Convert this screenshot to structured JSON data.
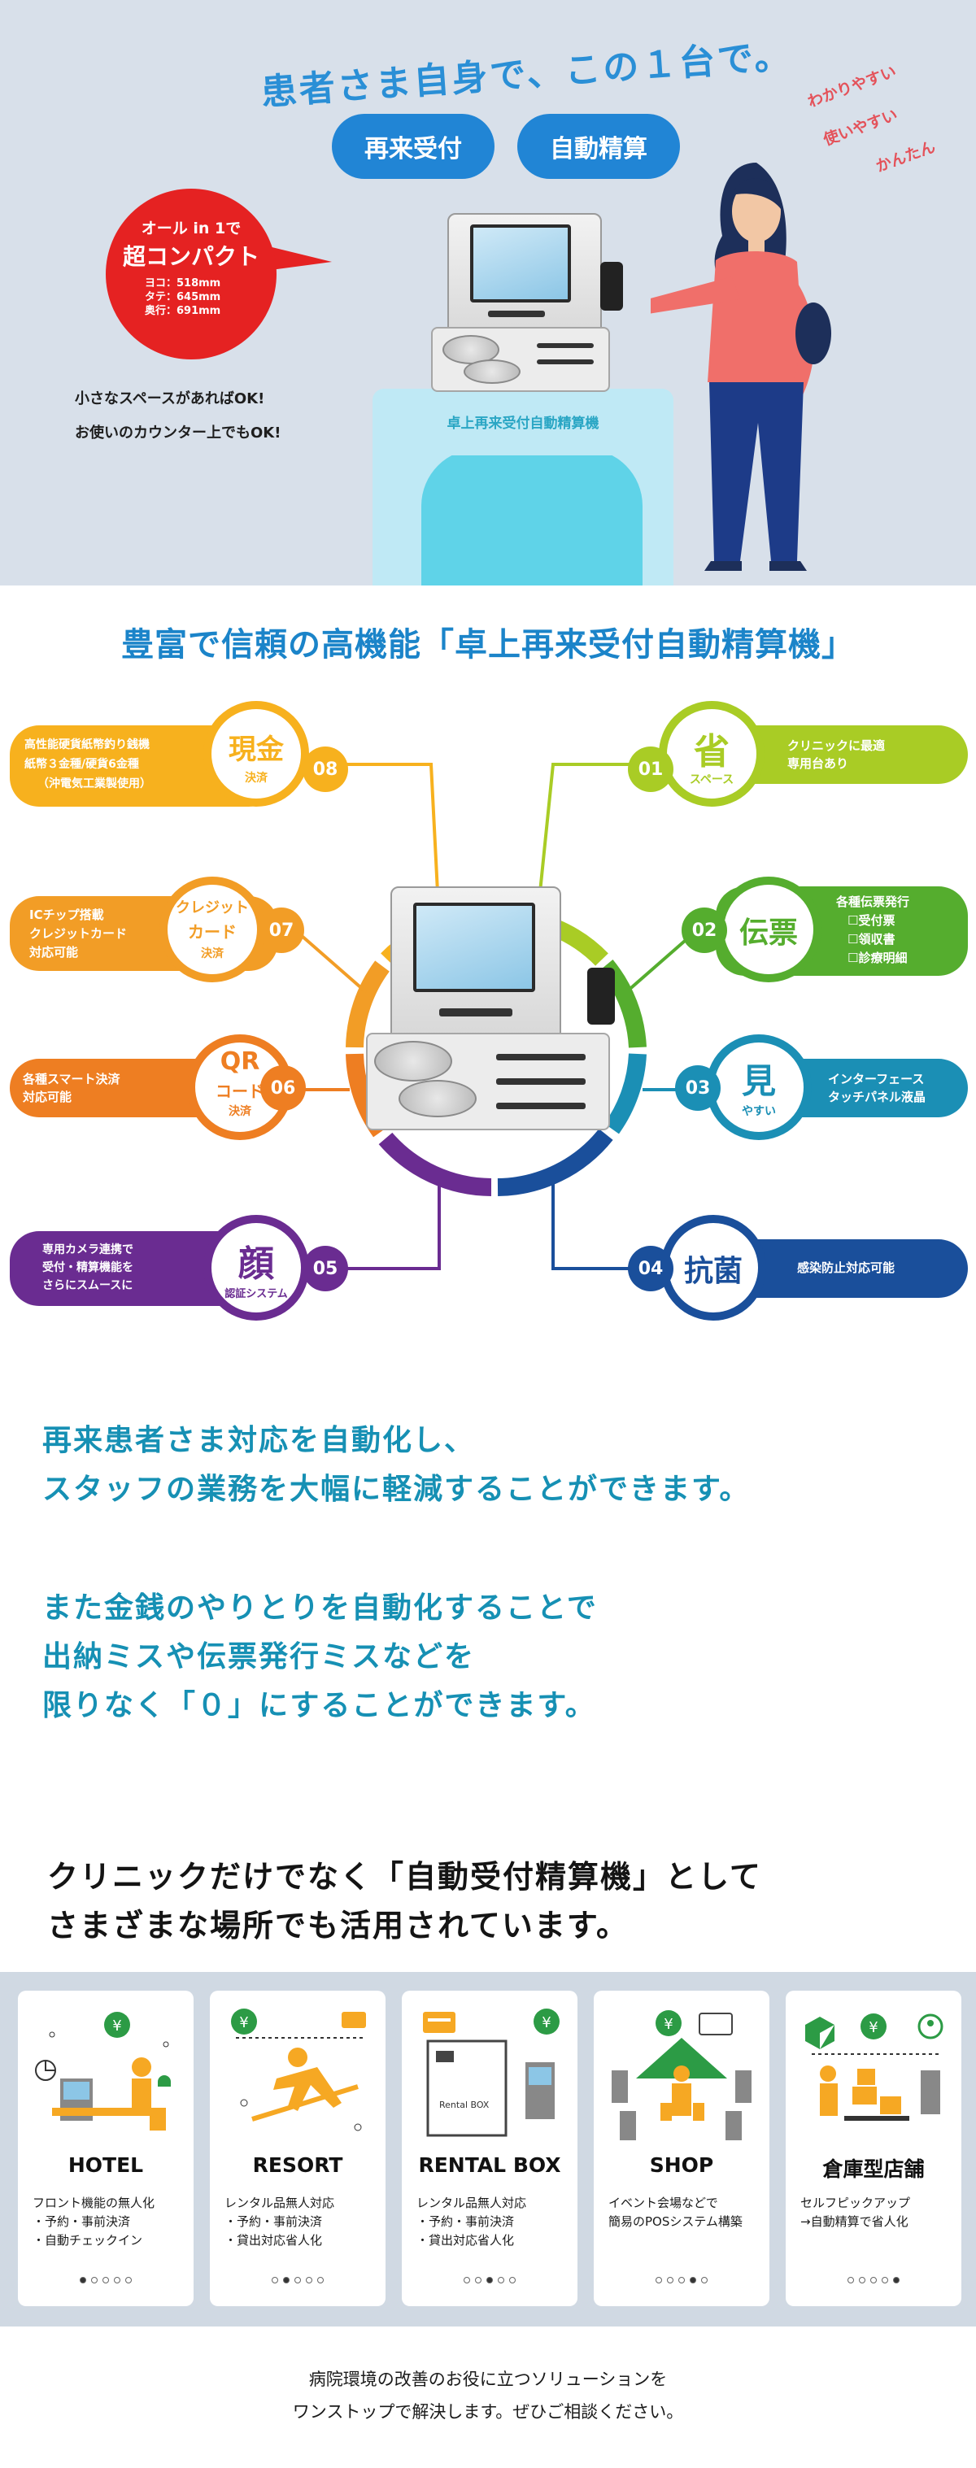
{
  "hero": {
    "title": "患者さま自身で、この１台で。",
    "pills": [
      "再来受付",
      "自動精算"
    ],
    "hand_notes": [
      "わかりやすい",
      "使いやすい",
      "かんたん"
    ],
    "bubble": {
      "line1": "オール in 1で",
      "line2": "超コンパクト",
      "specs": [
        "ヨコ：518mm",
        "タテ：645mm",
        "奥行：691mm"
      ]
    },
    "space_notes": [
      "小さなスペースがあればOK!",
      "お使いのカウンター上でもOK!"
    ],
    "counter_label": "卓上再来受付自動精算機",
    "colors": {
      "background": "#d8e0ea",
      "accent_blue": "#2185d5",
      "bubble_red": "#e52222",
      "counter": "#bfe9f5"
    }
  },
  "features": {
    "title": "豊富で信頼の高機能「卓上再来受付自動精算機」",
    "items": [
      {
        "num": "01",
        "main": "省",
        "sub": "スペース",
        "text": [
          "クリニックに最適",
          "専用台あり"
        ],
        "color": "#a9cc25"
      },
      {
        "num": "02",
        "main": "伝票",
        "sub": "",
        "text": [
          "各種伝票発行",
          "☐受付票",
          "☐領収書",
          "☐診療明細"
        ],
        "color": "#55ad2e"
      },
      {
        "num": "03",
        "main": "見",
        "sub": "やすい",
        "text": [
          "インターフェース",
          "タッチパネル液晶"
        ],
        "color": "#1b8fb5"
      },
      {
        "num": "04",
        "main": "抗菌",
        "sub": "",
        "text": [
          "感染防止対応可能"
        ],
        "color": "#1a4f9b"
      },
      {
        "num": "05",
        "main": "顔",
        "sub": "認証システム",
        "text": [
          "専用カメラ連携で",
          "受付・精算機能を",
          "さらにスムースに"
        ],
        "color": "#6a2c91"
      },
      {
        "num": "06",
        "main": "QR",
        "main2": "コード",
        "sub": "決済",
        "text": [
          "各種スマート決済",
          "対応可能"
        ],
        "color": "#ee7e22"
      },
      {
        "num": "07",
        "main": "クレジット",
        "main2": "カード",
        "sub": "決済",
        "text": [
          "ICチップ搭載",
          "クレジットカード",
          "対応可能"
        ],
        "color": "#f29d26"
      },
      {
        "num": "08",
        "main": "現金",
        "sub": "決済",
        "text": [
          "高性能硬貨紙幣釣り銭機",
          "紙幣３金種/硬貨6金種",
          "（沖電気工業製使用）"
        ],
        "color": "#f7b11e"
      }
    ]
  },
  "copy": {
    "block1": [
      "再来患者さま対応を自動化し、",
      "スタッフの業務を大幅に軽減することができます。"
    ],
    "block2": [
      "また金銭のやりとりを自動化することで",
      "出納ミスや伝票発行ミスなどを",
      "限りなく「０」にすることができます。"
    ],
    "usage": [
      "クリニックだけでなく「自動受付精算機」として",
      "さまざまな場所でも活用されています。"
    ]
  },
  "cards": [
    {
      "title": "HOTEL",
      "desc": "フロント機能の無人化\n・予約・事前決済\n・自動チェックイン",
      "active": 0
    },
    {
      "title": "RESORT",
      "desc": "レンタル品無人対応\n・予約・事前決済\n・貸出対応省人化",
      "active": 1
    },
    {
      "title": "RENTAL BOX",
      "desc": "レンタル品無人対応\n・予約・事前決済\n・貸出対応省人化",
      "active": 2,
      "box_label": "Rental BOX"
    },
    {
      "title": "SHOP",
      "desc": "イベント会場などで\n簡易のPOSシステム構築",
      "active": 3
    },
    {
      "title": "倉庫型店舗",
      "desc": "セルフピックアップ\n→自動精算で省人化",
      "active": 4
    }
  ],
  "footer": [
    "病院環境の改善のお役に立つソリューションを",
    "ワンストップで解決します。ぜひご相談ください。"
  ]
}
